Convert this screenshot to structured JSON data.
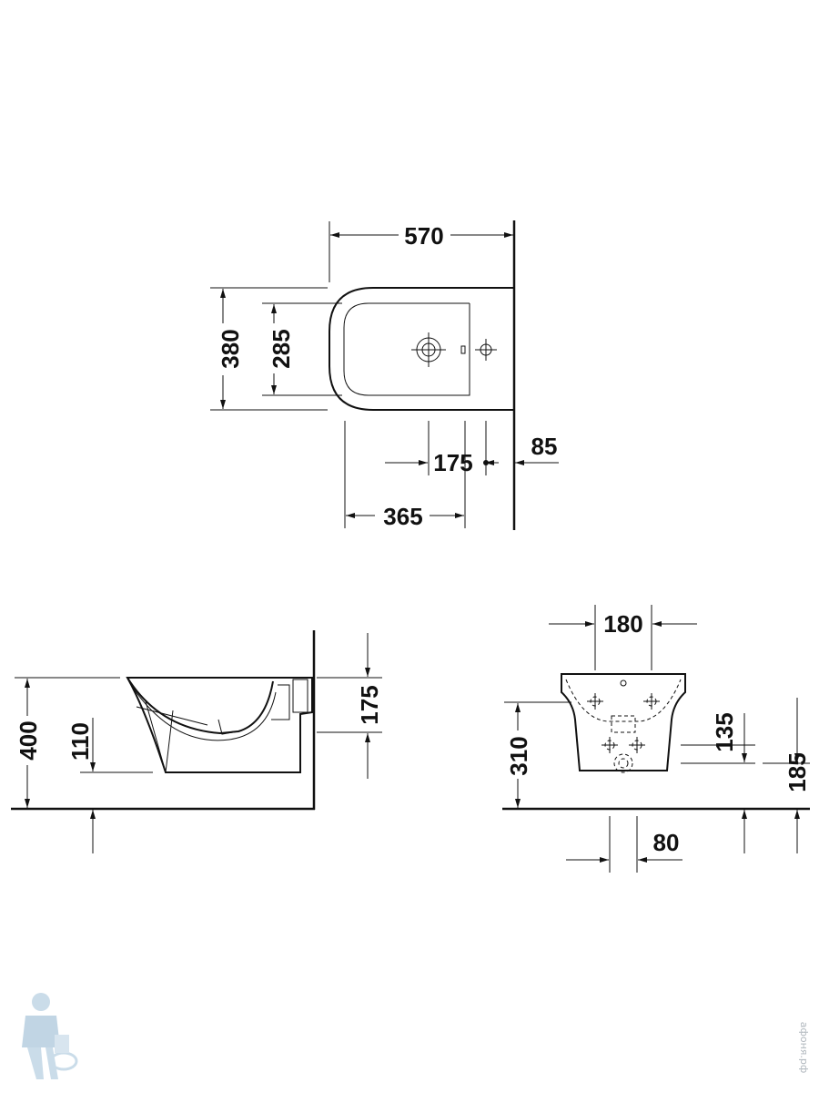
{
  "top_view": {
    "width_label": "570",
    "depth_label": "380",
    "inner_depth_label": "285",
    "tap_offset_label": "175",
    "wall_offset_label": "85",
    "fixing_label": "365"
  },
  "side_view": {
    "height_label": "400",
    "outlet_height_label": "110",
    "inlet_drop_label": "175"
  },
  "front_view": {
    "fixing_spacing_label": "180",
    "body_height_label": "310",
    "supply_height_label": "135",
    "outlet_height_label": "185",
    "offset_label": "80"
  },
  "watermark": {
    "text": "афоня.рф"
  }
}
